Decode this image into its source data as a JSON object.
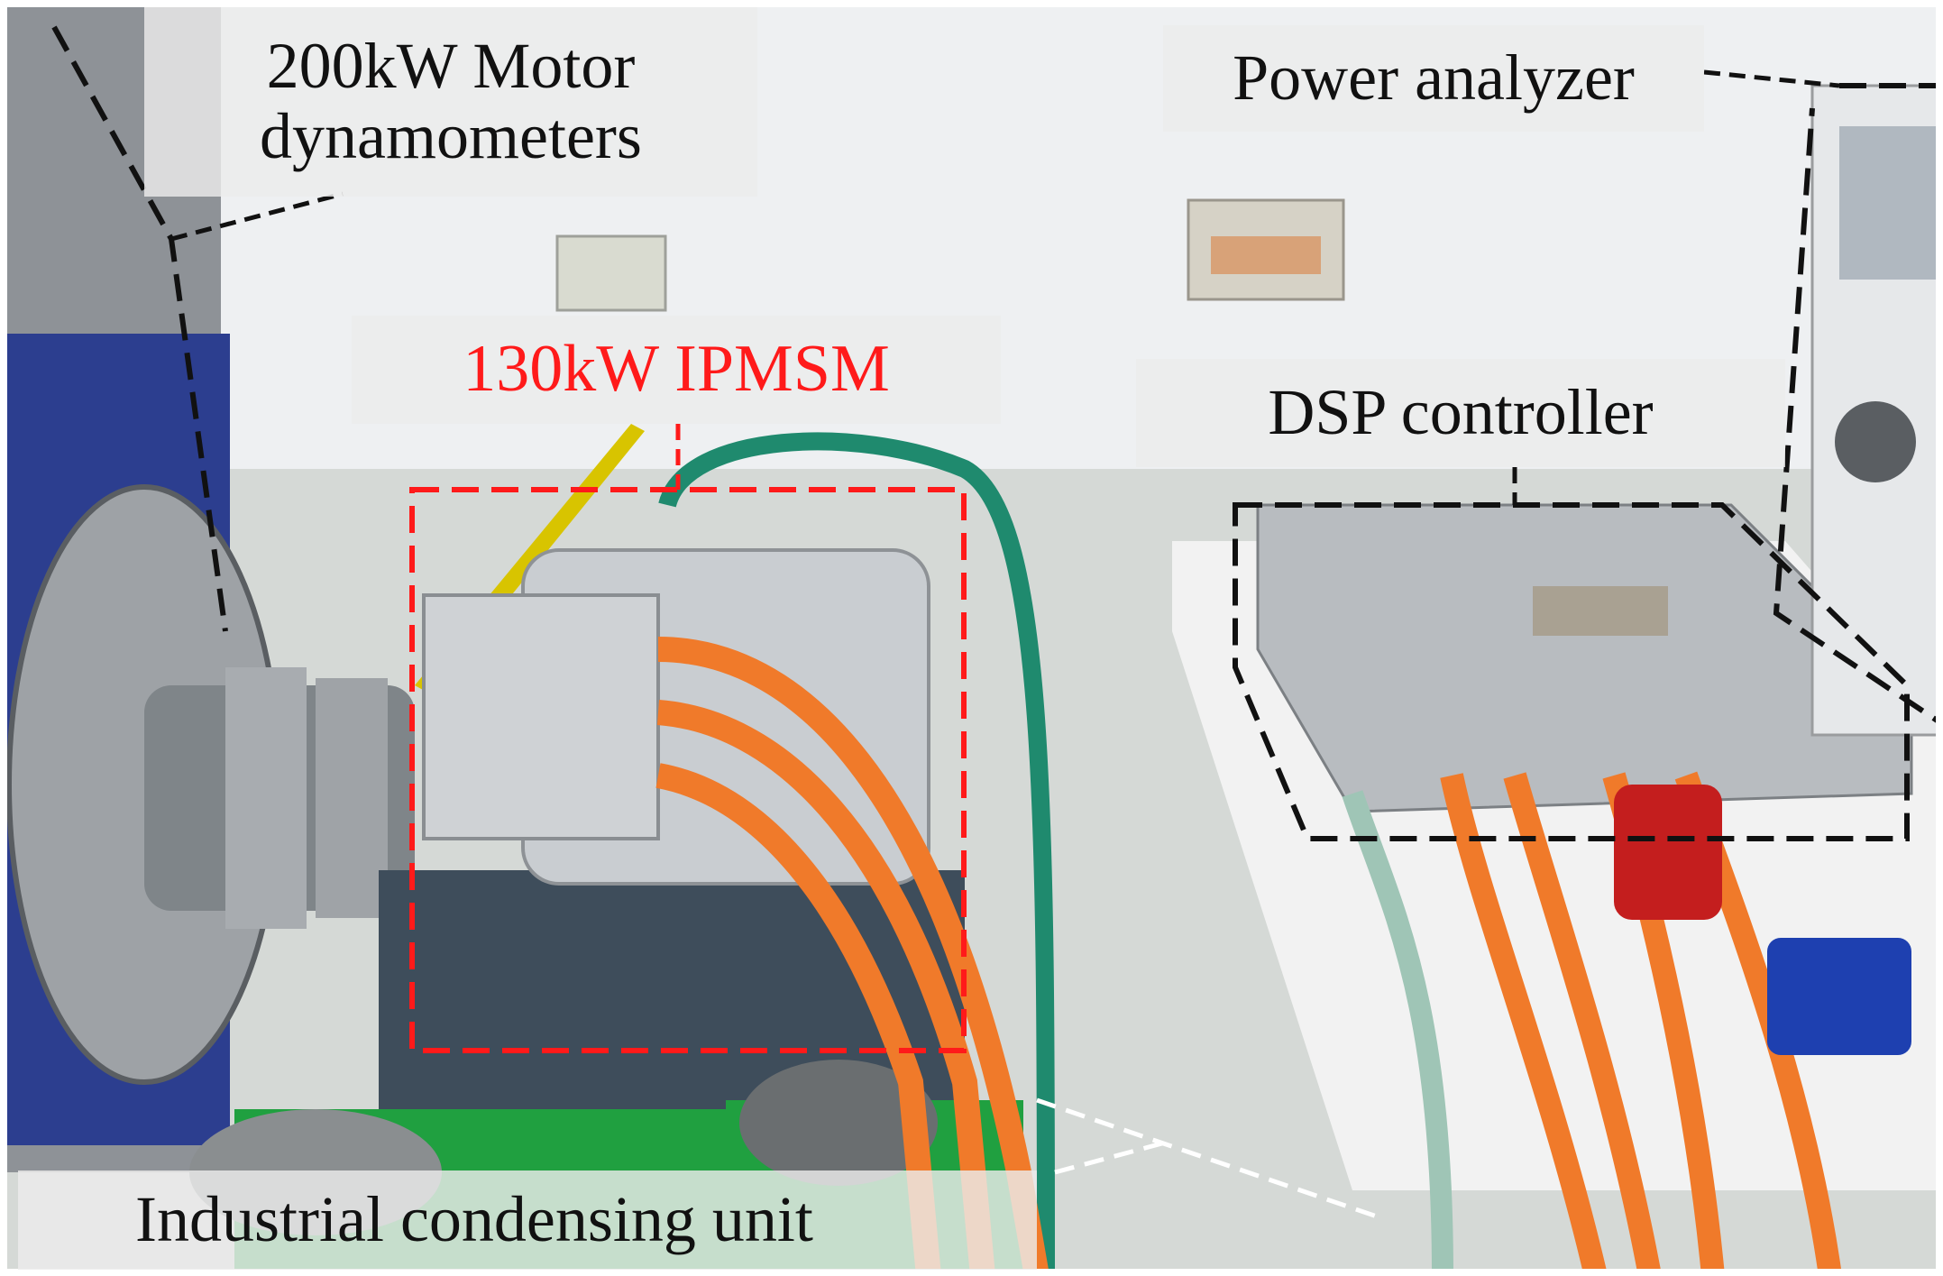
{
  "labels": {
    "dynamometer_line1": "200kW Motor",
    "dynamometer_line2": "dynamometers",
    "power_analyzer": "Power analyzer",
    "motor": "130kW IPMSM",
    "controller": "DSP controller",
    "condensing_unit": "Industrial condensing unit"
  },
  "colors": {
    "motor_label": "#ff1a1a",
    "motor_box_border": "#ff1a1a",
    "equipment_box_border": "#111111",
    "condenser_leader_line": "#ffffff",
    "cable": "#f07a2a",
    "coolant_hose": "#1f8a6e",
    "dynamometer_flange": "#2c3e8f",
    "mount_base": "#20a040",
    "wall": "#eef0f2",
    "floor": "#d6dad6",
    "motor_housing": "#c9cdd1",
    "controller_housing": "#b8bcc0"
  }
}
